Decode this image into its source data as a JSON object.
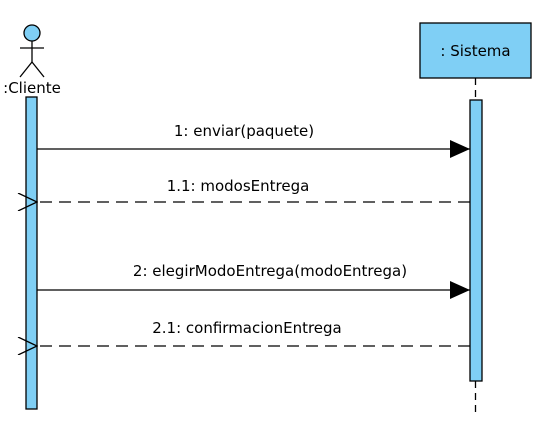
{
  "participants": {
    "actor": {
      "label": ":Cliente"
    },
    "system": {
      "label": ": Sistema"
    }
  },
  "messages": [
    {
      "label": "1: enviar(paquete)",
      "kind": "sync"
    },
    {
      "label": "1.1: modosEntrega",
      "kind": "return"
    },
    {
      "label": "2: elegirModoEntrega(modoEntrega)",
      "kind": "sync"
    },
    {
      "label": "2.1: confirmacionEntrega",
      "kind": "return"
    }
  ],
  "colors": {
    "fill": "#7fcff5",
    "stroke": "#000000"
  }
}
